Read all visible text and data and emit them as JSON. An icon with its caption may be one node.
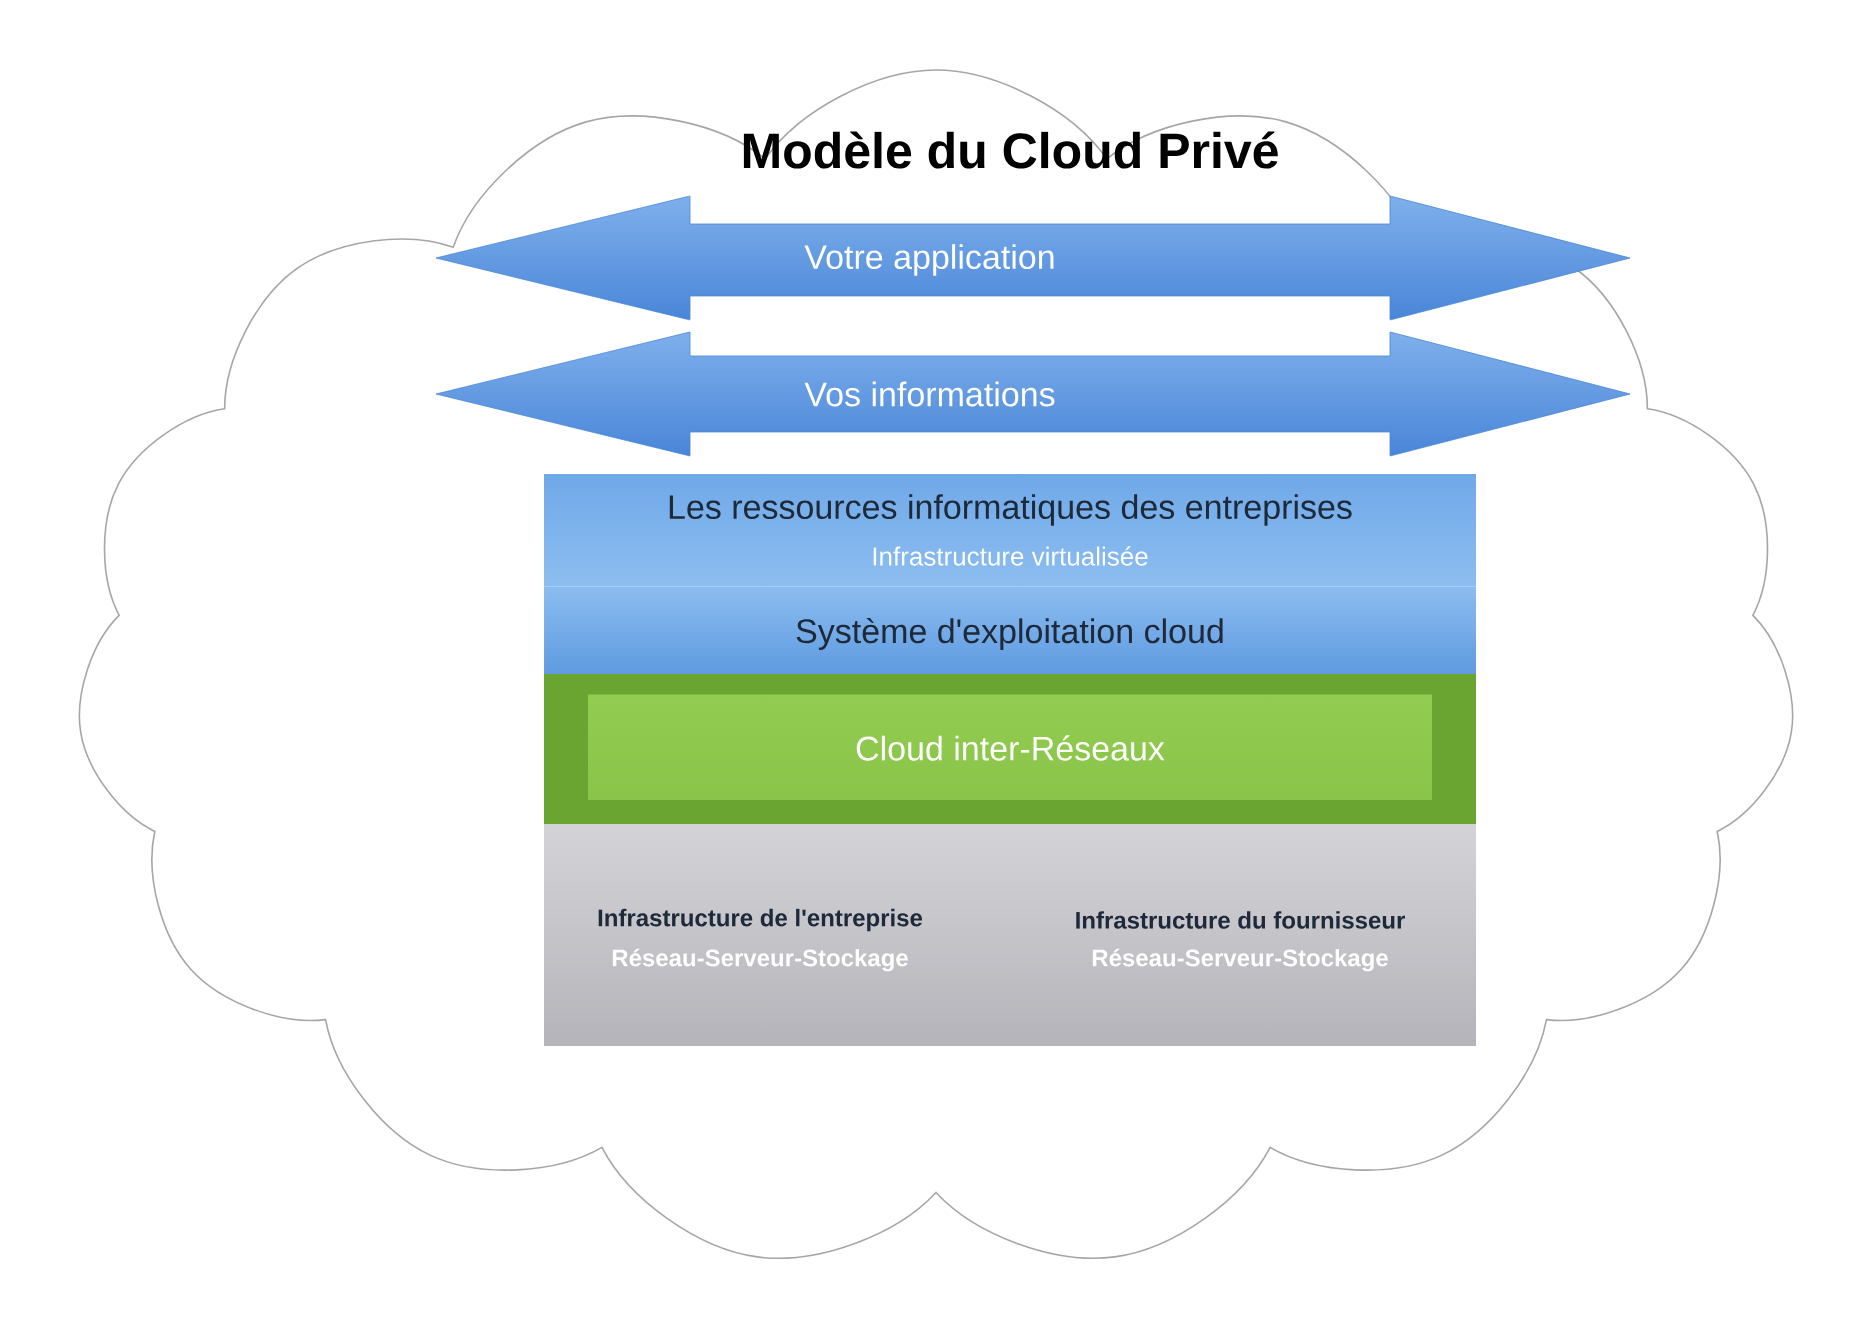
{
  "diagram": {
    "title": "Modèle du Cloud Privé",
    "nodes": [
      {
        "text": [
          "Votre application"
        ]
      },
      {
        "text": [
          "Vos informations"
        ]
      },
      {
        "text": [
          "Les ressources informatiques des entreprises",
          "Infrastructure virtualisée"
        ]
      },
      {
        "text": [
          "Système d'exploitation cloud"
        ]
      },
      {
        "text": [
          "Cloud inter-Réseaux"
        ]
      },
      {
        "text": [
          "Infrastructure de l'entreprise",
          "Réseau-Serveur-Stockage",
          "Infrastructure du fournisseur",
          "Réseau-Serveur-Stockage"
        ]
      }
    ]
  }
}
